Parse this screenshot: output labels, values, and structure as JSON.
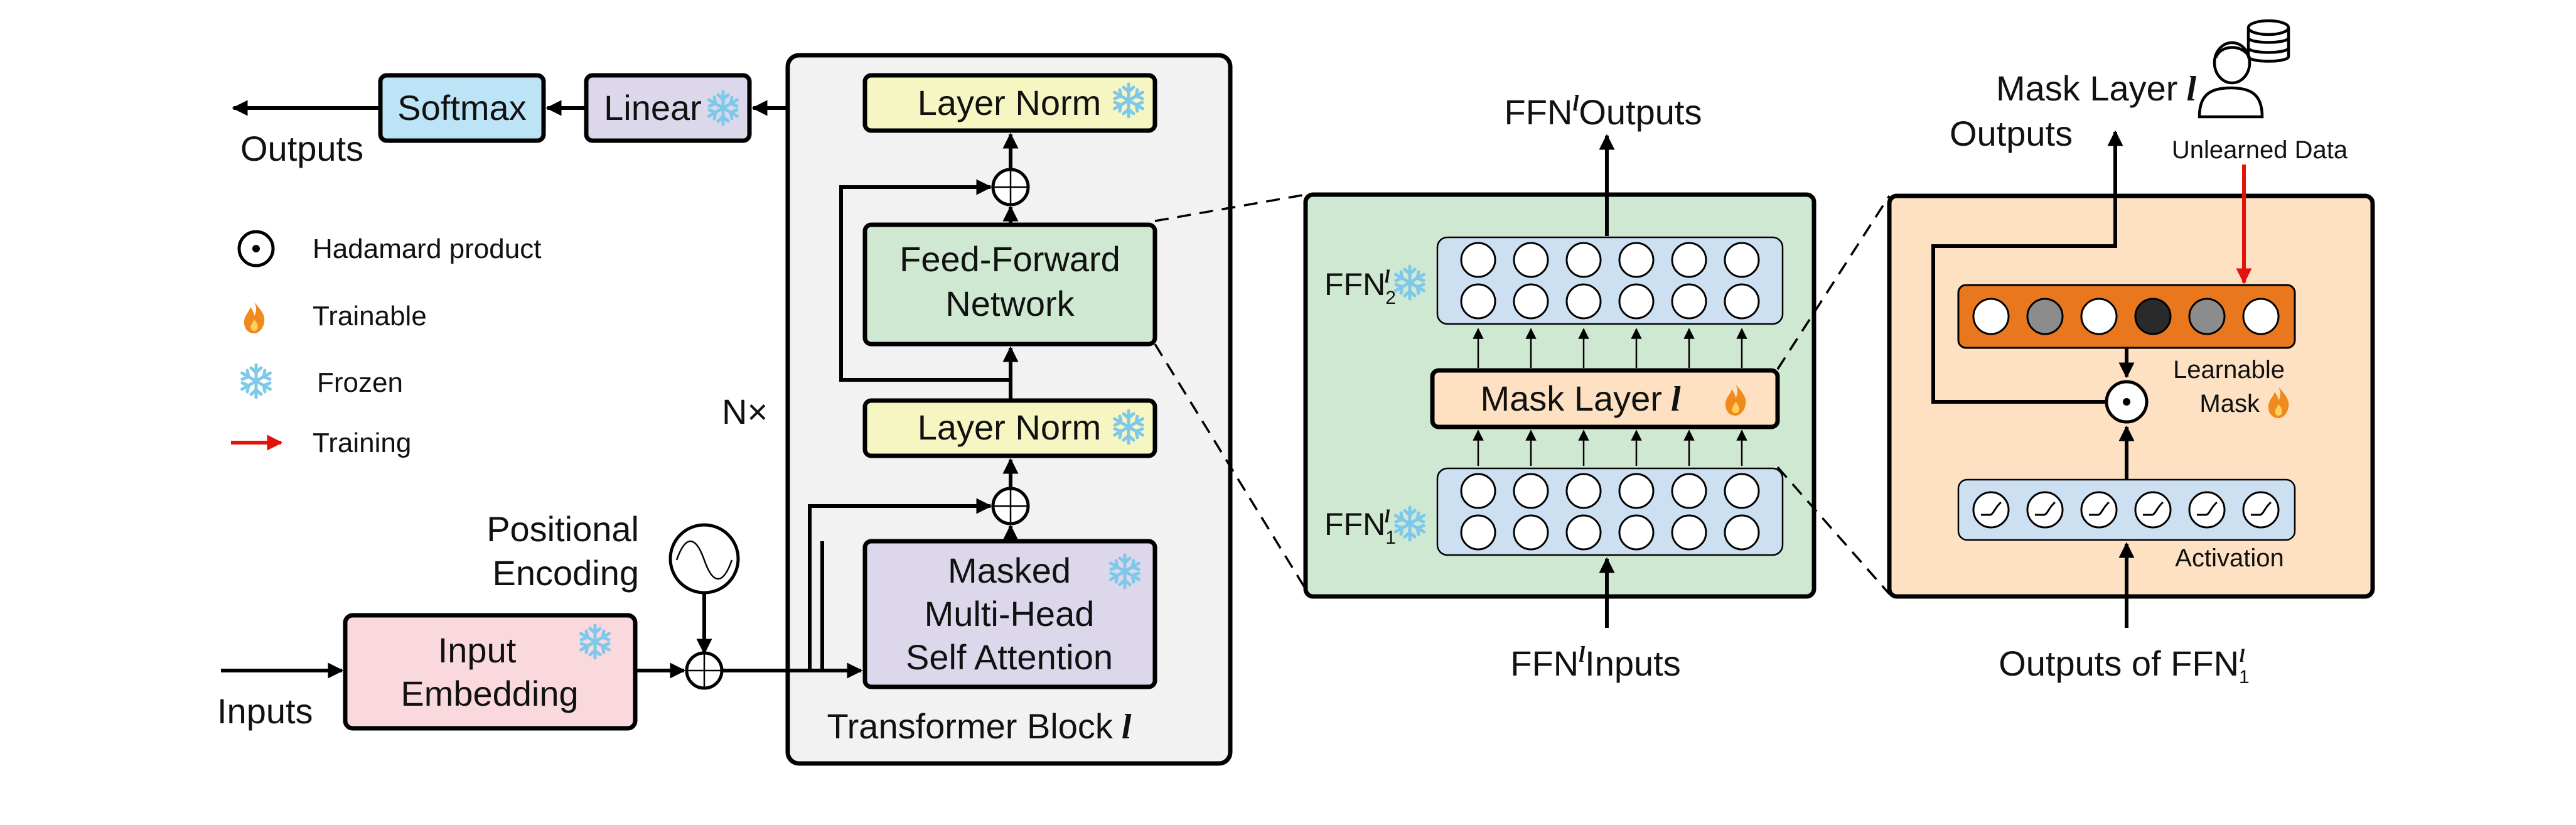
{
  "colors": {
    "softmax": "#bde4f6",
    "linear": "#dcd7ea",
    "layer_norm": "#f6f6c3",
    "ffn": "#cfe8d2",
    "attention": "#dcd7ea",
    "embedding": "#f9d9de",
    "block_bg": "#f2f2f2",
    "ffn_panel": "#cfe8d2",
    "mask_panel": "#fde1c2",
    "mask_layer": "#fde1c2",
    "neuron_row": "#cde0f2",
    "learnable_mask": "#e8771e",
    "training_arrow": "#e3120b",
    "frozen_icon": "#7ec8ea",
    "trainable_icon": "#f08a1c"
  },
  "left": {
    "outputs_label": "Outputs",
    "softmax_label": "Softmax",
    "linear_label": "Linear",
    "inputs_label": "Inputs",
    "embedding_line1": "Input",
    "embedding_line2": "Embedding",
    "pos_line1": "Positional",
    "pos_line2": "Encoding"
  },
  "legend": {
    "hadamard": "Hadamard product",
    "trainable": "Trainable",
    "frozen": "Frozen",
    "training": "Training"
  },
  "block": {
    "repeat_label": "N×",
    "layer_norm_top": "Layer Norm",
    "ffn_line1": "Feed-Forward",
    "ffn_line2": "Network",
    "layer_norm_mid": "Layer Norm",
    "attn_line1": "Masked",
    "attn_line2": "Multi-Head",
    "attn_line3": "Self Attention",
    "caption": "Transformer Block",
    "caption_var": "l"
  },
  "ffn_panel": {
    "outputs_prefix": "FFN",
    "outputs_sup": "l",
    "outputs_suffix": "Outputs",
    "inputs_prefix": "FFN",
    "inputs_sup": "l",
    "inputs_suffix": "Inputs",
    "ffn2_label": "FFN",
    "ffn2_sub": "2",
    "ffn2_sup": "l",
    "ffn1_label": "FFN",
    "ffn1_sub": "1",
    "ffn1_sup": "l",
    "mask_layer_label": "Mask Layer",
    "mask_layer_var": "l"
  },
  "mask_panel": {
    "outputs_line1": "Mask Layer",
    "outputs_var": "l",
    "outputs_line2": "Outputs",
    "unlearned_label": "Unlearned Data",
    "learnable_line1": "Learnable",
    "learnable_line2": "Mask",
    "activation_label": "Activation",
    "bottom_prefix": "Outputs of FFN",
    "bottom_sub": "1",
    "bottom_sup": "l"
  },
  "mask_values": [
    "white",
    "gray",
    "white",
    "black",
    "gray",
    "white"
  ]
}
